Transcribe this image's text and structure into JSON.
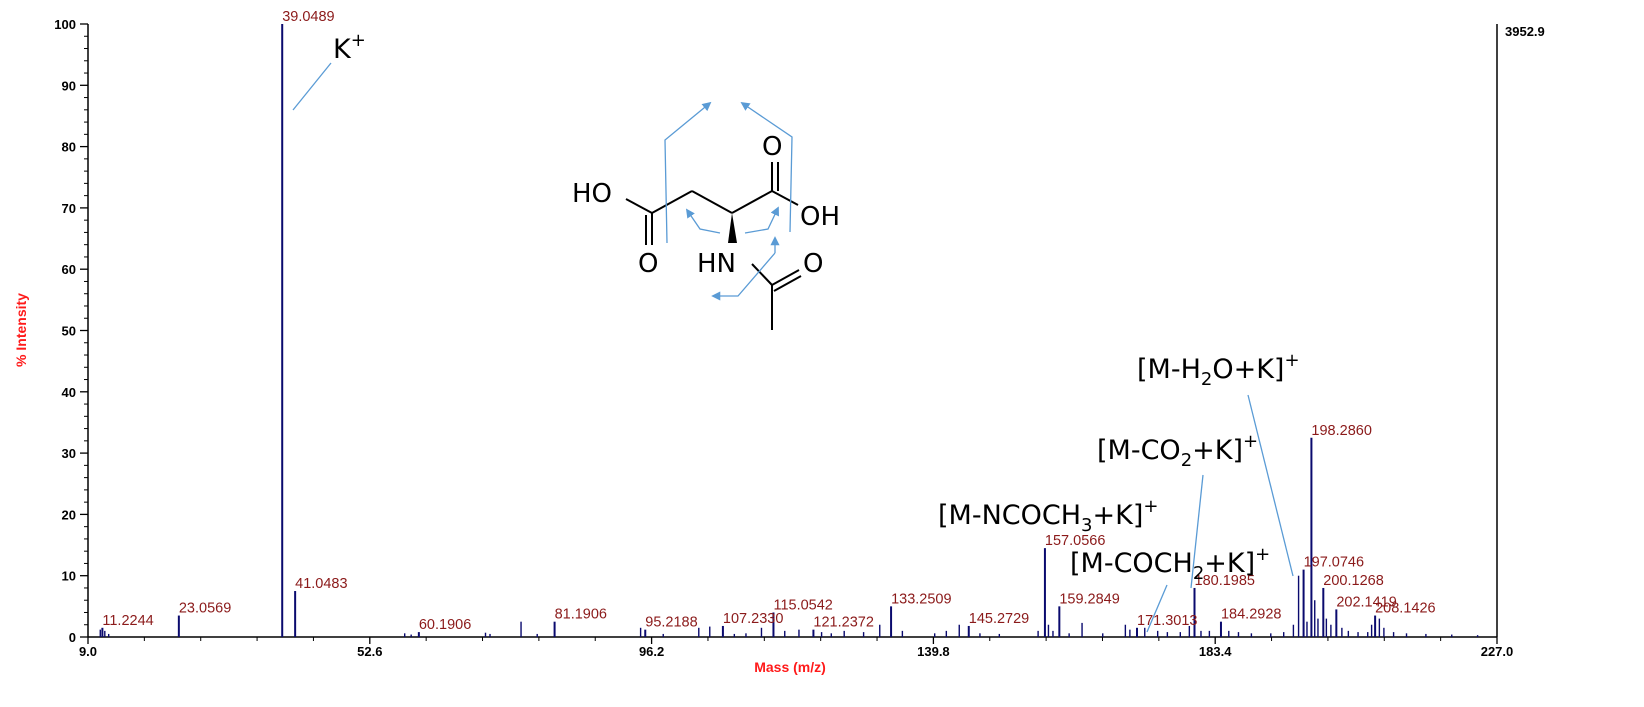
{
  "chart_data": {
    "type": "bar",
    "title": "",
    "xlabel": "Mass (m/z)",
    "ylabel": "% Intensity",
    "xlim": [
      9.0,
      227.0
    ],
    "ylim": [
      0,
      100
    ],
    "x_ticks": [
      "9.0",
      "52.6",
      "96.2",
      "139.8",
      "183.4",
      "227.0"
    ],
    "y_ticks": [
      "0",
      "10",
      "20",
      "30",
      "40",
      "50",
      "60",
      "70",
      "80",
      "90",
      "100"
    ],
    "max_intensity_label": "3952.9",
    "labeled_peaks": [
      {
        "mz": 11.2244,
        "intensity": 1.5,
        "label": "11.2244"
      },
      {
        "mz": 23.0569,
        "intensity": 3.5,
        "label": "23.0569"
      },
      {
        "mz": 39.0489,
        "intensity": 100,
        "label": "39.0489"
      },
      {
        "mz": 41.0483,
        "intensity": 7.5,
        "label": "41.0483"
      },
      {
        "mz": 60.1906,
        "intensity": 0.8,
        "label": "60.1906"
      },
      {
        "mz": 81.1906,
        "intensity": 2.5,
        "label": "81.1906"
      },
      {
        "mz": 95.2188,
        "intensity": 1.2,
        "label": "95.2188"
      },
      {
        "mz": 107.233,
        "intensity": 1.8,
        "label": "107.2330"
      },
      {
        "mz": 115.0542,
        "intensity": 4.0,
        "label": "115.0542"
      },
      {
        "mz": 121.2372,
        "intensity": 1.2,
        "label": "121.2372"
      },
      {
        "mz": 133.2509,
        "intensity": 5.0,
        "label": "133.2509"
      },
      {
        "mz": 145.2729,
        "intensity": 1.8,
        "label": "145.2729"
      },
      {
        "mz": 157.0566,
        "intensity": 14.5,
        "label": "157.0566"
      },
      {
        "mz": 159.2849,
        "intensity": 5.0,
        "label": "159.2849"
      },
      {
        "mz": 171.3013,
        "intensity": 1.5,
        "label": "171.3013"
      },
      {
        "mz": 180.1985,
        "intensity": 8.0,
        "label": "180.1985"
      },
      {
        "mz": 184.2928,
        "intensity": 2.5,
        "label": "184.2928"
      },
      {
        "mz": 197.0746,
        "intensity": 11.0,
        "label": "197.0746"
      },
      {
        "mz": 198.286,
        "intensity": 32.5,
        "label": "198.2860"
      },
      {
        "mz": 200.1268,
        "intensity": 8.0,
        "label": "200.1268"
      },
      {
        "mz": 202.1419,
        "intensity": 4.5,
        "label": "202.1419"
      },
      {
        "mz": 208.1426,
        "intensity": 3.5,
        "label": "208.1426"
      }
    ],
    "minor_peaks": [
      {
        "mz": 10.9,
        "intensity": 1.2
      },
      {
        "mz": 11.6,
        "intensity": 1.0
      },
      {
        "mz": 12.2,
        "intensity": 0.5
      },
      {
        "mz": 58.0,
        "intensity": 0.6
      },
      {
        "mz": 59.0,
        "intensity": 0.4
      },
      {
        "mz": 70.5,
        "intensity": 0.7
      },
      {
        "mz": 71.2,
        "intensity": 0.5
      },
      {
        "mz": 76.0,
        "intensity": 2.5
      },
      {
        "mz": 78.5,
        "intensity": 0.5
      },
      {
        "mz": 94.5,
        "intensity": 1.5
      },
      {
        "mz": 98.0,
        "intensity": 0.5
      },
      {
        "mz": 103.5,
        "intensity": 1.5
      },
      {
        "mz": 105.2,
        "intensity": 1.7
      },
      {
        "mz": 109.0,
        "intensity": 0.5
      },
      {
        "mz": 110.8,
        "intensity": 0.6
      },
      {
        "mz": 113.2,
        "intensity": 1.5
      },
      {
        "mz": 116.8,
        "intensity": 1.0
      },
      {
        "mz": 119.0,
        "intensity": 1.2
      },
      {
        "mz": 122.5,
        "intensity": 0.8
      },
      {
        "mz": 124.0,
        "intensity": 0.6
      },
      {
        "mz": 126.0,
        "intensity": 1.0
      },
      {
        "mz": 129.0,
        "intensity": 0.8
      },
      {
        "mz": 131.5,
        "intensity": 2.0
      },
      {
        "mz": 135.0,
        "intensity": 1.0
      },
      {
        "mz": 140.0,
        "intensity": 0.6
      },
      {
        "mz": 141.8,
        "intensity": 1.0
      },
      {
        "mz": 143.8,
        "intensity": 2.0
      },
      {
        "mz": 147.0,
        "intensity": 0.6
      },
      {
        "mz": 150.0,
        "intensity": 0.5
      },
      {
        "mz": 156.0,
        "intensity": 1.0
      },
      {
        "mz": 157.6,
        "intensity": 2.0
      },
      {
        "mz": 158.3,
        "intensity": 1.0
      },
      {
        "mz": 160.8,
        "intensity": 0.6
      },
      {
        "mz": 162.8,
        "intensity": 2.3
      },
      {
        "mz": 166.0,
        "intensity": 0.6
      },
      {
        "mz": 169.5,
        "intensity": 2.0
      },
      {
        "mz": 170.2,
        "intensity": 1.2
      },
      {
        "mz": 172.5,
        "intensity": 1.5
      },
      {
        "mz": 174.5,
        "intensity": 1.0
      },
      {
        "mz": 176.0,
        "intensity": 0.8
      },
      {
        "mz": 178.0,
        "intensity": 0.8
      },
      {
        "mz": 179.4,
        "intensity": 1.8
      },
      {
        "mz": 181.2,
        "intensity": 1.0
      },
      {
        "mz": 182.5,
        "intensity": 1.0
      },
      {
        "mz": 185.5,
        "intensity": 1.0
      },
      {
        "mz": 187.0,
        "intensity": 0.8
      },
      {
        "mz": 189.0,
        "intensity": 0.6
      },
      {
        "mz": 192.0,
        "intensity": 0.6
      },
      {
        "mz": 194.0,
        "intensity": 0.8
      },
      {
        "mz": 195.5,
        "intensity": 2.0
      },
      {
        "mz": 196.3,
        "intensity": 10.0
      },
      {
        "mz": 197.6,
        "intensity": 2.5
      },
      {
        "mz": 198.8,
        "intensity": 6.0
      },
      {
        "mz": 199.3,
        "intensity": 3.0
      },
      {
        "mz": 200.6,
        "intensity": 3.0
      },
      {
        "mz": 201.3,
        "intensity": 2.0
      },
      {
        "mz": 203.0,
        "intensity": 1.5
      },
      {
        "mz": 204.0,
        "intensity": 1.0
      },
      {
        "mz": 205.5,
        "intensity": 0.8
      },
      {
        "mz": 207.0,
        "intensity": 0.8
      },
      {
        "mz": 207.6,
        "intensity": 2.0
      },
      {
        "mz": 208.8,
        "intensity": 3.0
      },
      {
        "mz": 209.5,
        "intensity": 1.5
      },
      {
        "mz": 211.0,
        "intensity": 0.8
      },
      {
        "mz": 213.0,
        "intensity": 0.6
      },
      {
        "mz": 216.0,
        "intensity": 0.5
      },
      {
        "mz": 220.0,
        "intensity": 0.4
      },
      {
        "mz": 224.0,
        "intensity": 0.3
      }
    ],
    "annotations": [
      {
        "id": "k-plus",
        "text": "K",
        "sup": "+"
      },
      {
        "id": "m-ncoch3-k",
        "pre": "[M-NCOCH",
        "sub": "3",
        "post": "+K]",
        "sup": "+"
      },
      {
        "id": "m-co2-k",
        "pre": "[M-CO",
        "sub": "2",
        "post": "+K]",
        "sup": "+"
      },
      {
        "id": "m-h2o-k",
        "pre": "[M-H",
        "sub": "2",
        "post": "O+K]",
        "sup": "+"
      },
      {
        "id": "m-coch2-k",
        "pre": "[M-COCH",
        "sub": "2",
        "post": "+K]",
        "sup": "+"
      }
    ],
    "molecule_atoms": {
      "ho": "HO",
      "o_top": "O",
      "oh": "OH",
      "o_left": "O",
      "hn": "HN",
      "o_right": "O"
    },
    "colors": {
      "peaks": "#0a0a6e",
      "peak_labels": "#8b1a1a",
      "axis_titles": "#ff1a1a",
      "annotation_lines": "#5a9bd5"
    }
  }
}
